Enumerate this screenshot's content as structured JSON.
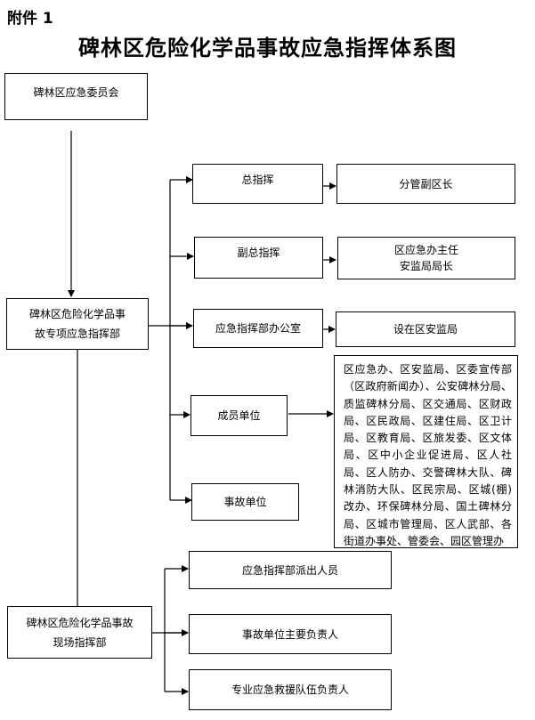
{
  "header": {
    "attachment_label": "附件 1",
    "title": "碑林区危险化学品事故应急指挥体系图"
  },
  "nodes": {
    "committee": "碑林区应急委员会",
    "special_command": [
      "碑林区危险化学品事",
      "故专项应急指挥部"
    ],
    "chief_commander": "总指挥",
    "chief_commander_holder": "分管副区长",
    "deputy_commander": "副总指挥",
    "deputy_commander_holder": [
      "区应急办主任",
      "安监局局长"
    ],
    "command_office": "应急指挥部办公室",
    "command_office_location": "设在区安监局",
    "member_units": "成员单位",
    "member_units_list": "区应急办、区安监局、区委宣传部（区政府新闻办）、公安碑林分局、质监碑林分局、区交通局、区财政局、区民政局、区建住局、区卫计局、区教育局、区旅发委、区文体局、区中小企业促进局、区人社局、区人防办、交警碑林大队、碑林消防大队、区民宗局、区城(棚)改办、环保碑林分局、国土碑林分局、区城市管理局、区人武部、各街道办事处、管委会、园区管理办",
    "accident_unit": "事故单位",
    "onsite_command": [
      "碑林区危险化学品事故",
      "现场指挥部"
    ],
    "dispatched_staff": "应急指挥部派出人员",
    "accident_unit_head": "事故单位主要负责人",
    "rescue_team_head": "专业应急救援队伍负责人"
  }
}
